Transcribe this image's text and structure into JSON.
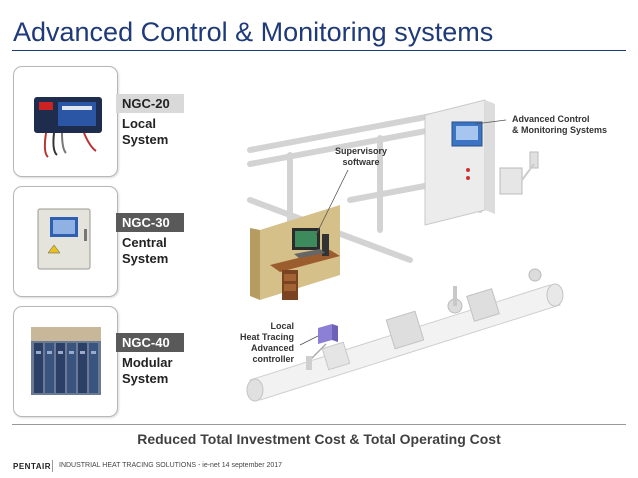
{
  "title": "Advanced Control & Monitoring systems",
  "products": [
    {
      "code": "NGC-20",
      "line1": "Local",
      "line2": "System"
    },
    {
      "code": "NGC-30",
      "line1": "Central",
      "line2": "System"
    },
    {
      "code": "NGC-40",
      "line1": "Modular",
      "line2": "System"
    }
  ],
  "annotations": {
    "acms_line1": "Advanced Control",
    "acms_line2": "& Monitoring Systems",
    "sup_line1": "Supervisory",
    "sup_line2": "software",
    "local_line1": "Local",
    "local_line2": "Heat Tracing",
    "local_line3": "Advanced",
    "local_line4": "controller"
  },
  "tagline": "Reduced Total Investment Cost & Total Operating Cost",
  "footer": {
    "brand": "PENTAIR",
    "text": "INDUSTRIAL HEAT TRACING SOLUTIONS  -  ie-net  14 september 2017"
  },
  "colors": {
    "title": "#1f3a78",
    "label_dark": "#595959",
    "label_light": "#d9d9d9"
  }
}
